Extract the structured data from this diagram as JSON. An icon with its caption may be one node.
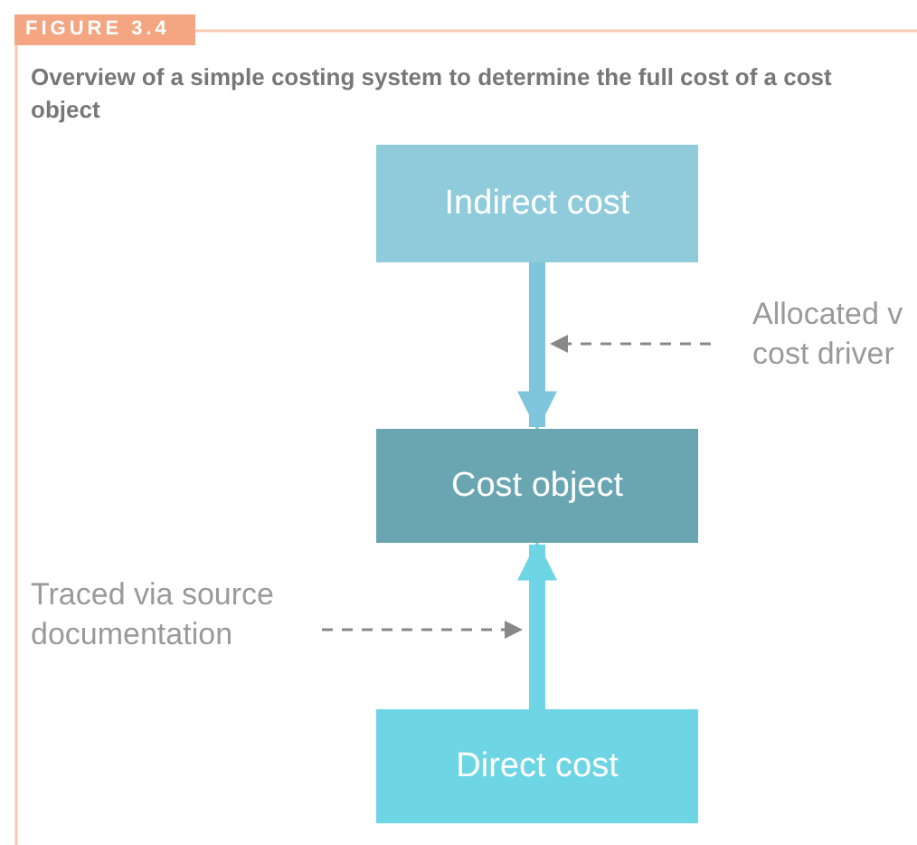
{
  "diagram": {
    "title": "Overview of a simple costing system to determine the full cost of a cost object",
    "nodes": [
      {
        "text": [
          "Indirect cost"
        ]
      },
      {
        "text": [
          "Cost object"
        ]
      },
      {
        "text": [
          "Direct cost"
        ]
      },
      {
        "text": [
          "Allocated v cost driver"
        ]
      },
      {
        "text": [
          "Traced via source documentation"
        ]
      }
    ],
    "edges": [
      {
        "from": 0,
        "to": 1,
        "arrow": "to",
        "style": "thick",
        "color": "#7fc6dc"
      },
      {
        "from": 2,
        "to": 1,
        "arrow": "to",
        "style": "thick",
        "color": "#6dd5e3"
      },
      {
        "from": 3,
        "to": null,
        "arrow": "to",
        "style": "dashed",
        "color": "#888888"
      },
      {
        "from": 4,
        "to": null,
        "arrow": "to",
        "style": "dashed",
        "color": "#888888"
      }
    ],
    "labels": [
      "FIGURE 3.4"
    ]
  }
}
